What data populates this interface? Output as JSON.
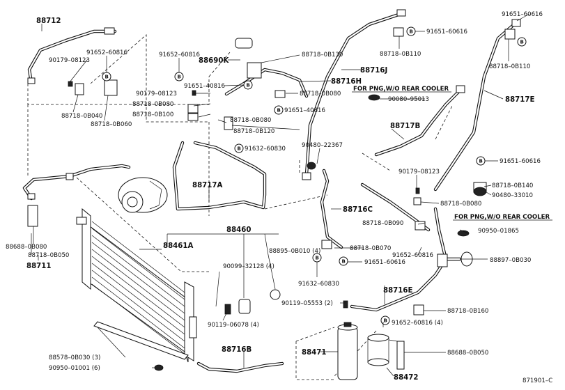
{
  "diagram": {
    "code": "871901–C",
    "notes": [
      "FOR PNG,W/O REAR COOLER",
      "FOR PNG,W/O REAR COOLER"
    ],
    "labels": [
      "88712",
      "90179–08123",
      "91652–60816",
      "88718–0B040",
      "88718–0B060",
      "91652–60816",
      "88690K",
      "91651–40816",
      "90179–08123",
      "88718–0B080",
      "88718–0B100",
      "88718–0B130",
      "88716H",
      "88718–0B080",
      "91651–40816",
      "88718–0B080",
      "88718–0B120",
      "91632–60830",
      "88716J",
      "91651–60616",
      "88718–0B110",
      "91651–60616",
      "88718–0B110",
      "90080–95013",
      "88717E",
      "88717B",
      "90480–22367",
      "91651–60616",
      "90179–08123",
      "88718–0B140",
      "90480–33010",
      "88718–0B080",
      "88717A",
      "88716C",
      "88718–0B090",
      "90950–01865",
      "88688–0B080",
      "88718–0B050",
      "88711",
      "88460",
      "88461A",
      "88895–0B010 (4)",
      "90099–32128 (4)",
      "88718–0B070",
      "91652–60816",
      "91651–60616",
      "88897–0B030",
      "91632–60830",
      "88716E",
      "90119–05553 (2)",
      "88718–0B160",
      "90119–06078 (4)",
      "91652–60816 (4)",
      "88578–0B030 (3)",
      "88716B",
      "88471",
      "88688–0B050",
      "90950–01001 (6)",
      "88472"
    ]
  }
}
